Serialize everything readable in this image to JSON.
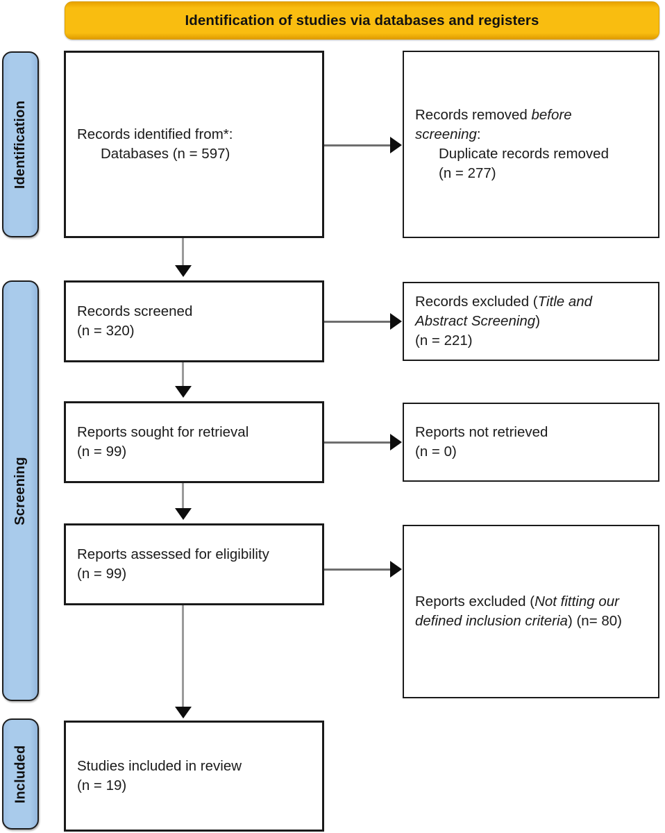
{
  "header": {
    "title": "Identification of studies via databases and registers",
    "background_color": "#F9BD10",
    "text_color": "#121212"
  },
  "stages": [
    {
      "id": "identification",
      "label": "Identification",
      "color": "#A9CBEB"
    },
    {
      "id": "screening",
      "label": "Screening",
      "color": "#A9CBEB"
    },
    {
      "id": "included",
      "label": "Included",
      "color": "#A9CBEB"
    }
  ],
  "boxes": {
    "records_identified": {
      "line1": "Records identified from*:",
      "line2": "Databases (n = 597)"
    },
    "records_removed": {
      "line1a": "Records removed ",
      "line1b": "before",
      "line2a": "screening",
      "line2b": ":",
      "line3": "Duplicate records removed",
      "line4": "(n = 277)"
    },
    "records_screened": {
      "line1": "Records screened",
      "line2": "(n = 320)"
    },
    "records_excluded": {
      "line1a": "Records excluded (",
      "line1b": "Title and",
      "line2a": "Abstract Screening",
      "line2b": ")",
      "line3": "(n = 221)"
    },
    "reports_sought": {
      "line1": "Reports sought for retrieval",
      "line2": "(n = 99)"
    },
    "reports_not_retrieved": {
      "line1": "Reports not retrieved",
      "line2": "(n = 0)"
    },
    "reports_assessed": {
      "line1": "Reports assessed for eligibility",
      "line2": "(n = 99)"
    },
    "reports_excluded": {
      "line1a": "Reports excluded (",
      "line1b": "Not fitting our",
      "line2a": "defined inclusion criteria",
      "line2b": ") (n= 80)"
    },
    "studies_included": {
      "line1": "Studies included in review",
      "line2": "(n = 19)"
    }
  },
  "chart_data": {
    "type": "diagram",
    "title": "Identification of studies via databases and registers",
    "flow": [
      {
        "stage": "Identification",
        "node": "Records identified from*: Databases",
        "n": 597
      },
      {
        "stage": "Identification",
        "node": "Records removed before screening: Duplicate records removed",
        "n": 277
      },
      {
        "stage": "Screening",
        "node": "Records screened",
        "n": 320
      },
      {
        "stage": "Screening",
        "node": "Records excluded (Title and Abstract Screening)",
        "n": 221
      },
      {
        "stage": "Screening",
        "node": "Reports sought for retrieval",
        "n": 99
      },
      {
        "stage": "Screening",
        "node": "Reports not retrieved",
        "n": 0
      },
      {
        "stage": "Screening",
        "node": "Reports assessed for eligibility",
        "n": 99
      },
      {
        "stage": "Screening",
        "node": "Reports excluded (Not fitting our defined inclusion criteria)",
        "n": 80
      },
      {
        "stage": "Included",
        "node": "Studies included in review",
        "n": 19
      }
    ]
  }
}
